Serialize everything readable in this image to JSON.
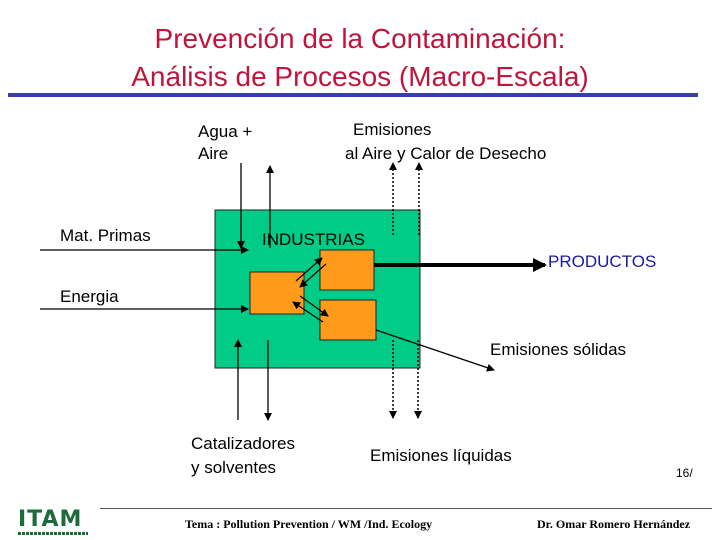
{
  "title": {
    "line1": "Prevención de la Contaminación:",
    "line2": "Análisis de Procesos (Macro-Escala)"
  },
  "diagram": {
    "inputs": {
      "agua_aire_line1": "Agua +",
      "agua_aire_line2": "Aire",
      "mat_primas": "Mat. Primas",
      "energia": "Energia",
      "catalizadores_line1": "Catalizadores",
      "catalizadores_line2": "y solventes"
    },
    "outputs": {
      "emisiones_aire_line1": "Emisiones",
      "emisiones_aire_line2": "al Aire y Calor de Desecho",
      "productos": "PRODUCTOS",
      "emisiones_solidas": "Emisiones sólidas",
      "emisiones_liquidas": "Emisiones líquidas"
    },
    "center_label": "INDUSTRIAS",
    "colors": {
      "industry_box": "#00cc88",
      "process_box": "#ff9a1a",
      "products_text": "#1a1aa0",
      "title": "#c0143c",
      "rule": "#3a3fa8"
    }
  },
  "footer": {
    "logo": "ITAM",
    "topic": "Tema : Pollution Prevention / WM /Ind. Ecology",
    "author": "Dr. Omar Romero Hernández",
    "page": "16/"
  }
}
